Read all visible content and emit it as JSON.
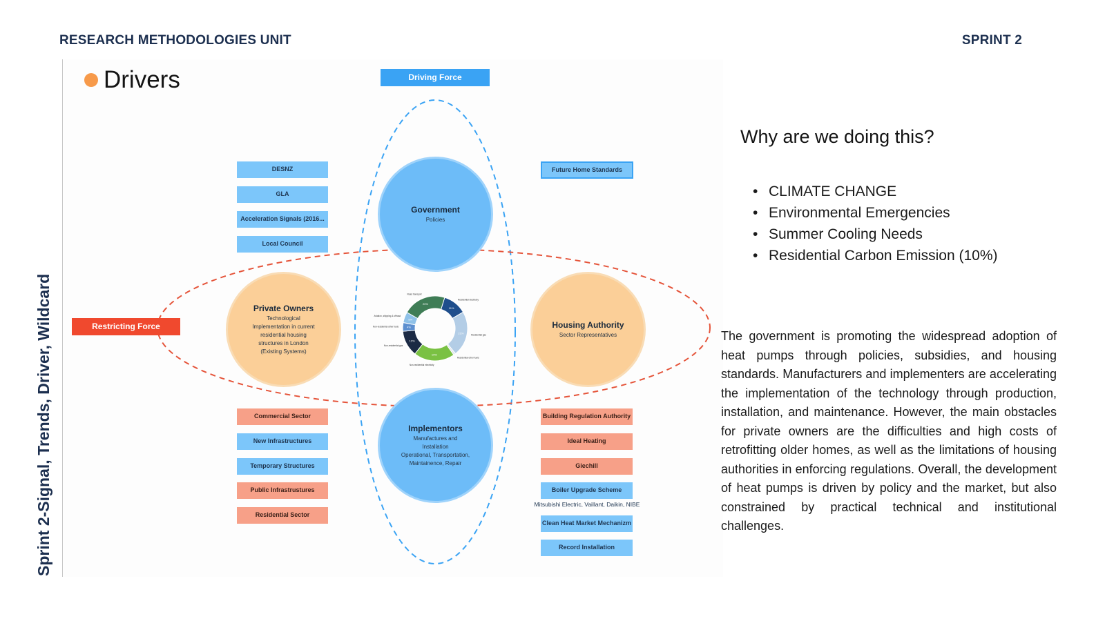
{
  "header": {
    "unit": "RESEARCH METHODOLOGIES UNIT",
    "sprint": "SPRINT 2"
  },
  "side_title": "Sprint 2-Signal, Trends, Driver, Wildcard",
  "diagram": {
    "title": "Drivers",
    "driving_force": "Driving Force",
    "restricting_force": "Restricting Force",
    "circles": {
      "government": {
        "title": "Government",
        "sub": "Policies"
      },
      "private_owners": {
        "title": "Private Owners",
        "sub": "Technological\nImplementation in current\nresidential housing\nstructures in London\n(Existing Systems)"
      },
      "housing_authority": {
        "title": "Housing Authority",
        "sub": "Sector Representatives"
      },
      "implementors": {
        "title": "Implementors",
        "sub": "Manufactures and\nInstallation\nOperational, Transportation,\nMaintainence, Repair"
      }
    },
    "top_left_boxes": [
      "DESNZ",
      "GLA",
      "Acceleration Signals (2016...",
      "Local Council"
    ],
    "top_right_boxes": [
      "Future Home Standards"
    ],
    "bottom_left_boxes": [
      "Commercial Sector",
      "New Infrastructures",
      "Temporary Structures",
      "Public Infrastrustures",
      "Residential Sector"
    ],
    "bottom_right_boxes": [
      "Building Regulation Authority",
      "Ideal Heating",
      "Giechill",
      "Boiler Upgrade Scheme",
      "Clean Heat Market Mechanizm",
      "Record Installation"
    ],
    "manufacturers_note": "Mitsubishi Electric, Vaillant, Daikin, NIBE",
    "colors": {
      "blue": "#7cc6fa",
      "red": "#f7a088",
      "orange_dot": "#f79a4a",
      "force_red": "#f0492e",
      "force_blue": "#3aa3f4"
    }
  },
  "chart_data": {
    "type": "pie",
    "categories": [
      "Residential electricity",
      "Residential gas",
      "Residential other fuels",
      "Non-residential electricity",
      "Non-residential gas",
      "Non-residential other fuels",
      "Aviation, shipping & offroad",
      "Road transport"
    ],
    "values": [
      11,
      21,
      1,
      19,
      12,
      4,
      5,
      20
    ],
    "colors": [
      "#1f4e8c",
      "#b3cde6",
      "#e0e6ee",
      "#7ac143",
      "#1b2a44",
      "#5d8fcf",
      "#8fc1e8",
      "#3f7d56"
    ],
    "data_labels": [
      "11%",
      "21%",
      "",
      "19%",
      "12%",
      "4%",
      "5%",
      "20%"
    ]
  },
  "right": {
    "question": "Why are we doing this?",
    "bullets": [
      "CLIMATE CHANGE",
      "Environmental Emergencies",
      "Summer Cooling Needs",
      "Residential Carbon Emission (10%)"
    ],
    "paragraph": "The government is promoting the widespread adoption of heat pumps through policies, subsidies, and housing standards. Manufacturers and implementers are accelerating the implementation of the technology through production, installation, and maintenance. However, the main obstacles for private owners are the difficulties and high costs of retrofitting older homes, as well as the limitations of housing authorities in enforcing regulations. Overall, the development of heat pumps is driven by policy and the market, but also constrained by practical technical and institutional challenges."
  }
}
